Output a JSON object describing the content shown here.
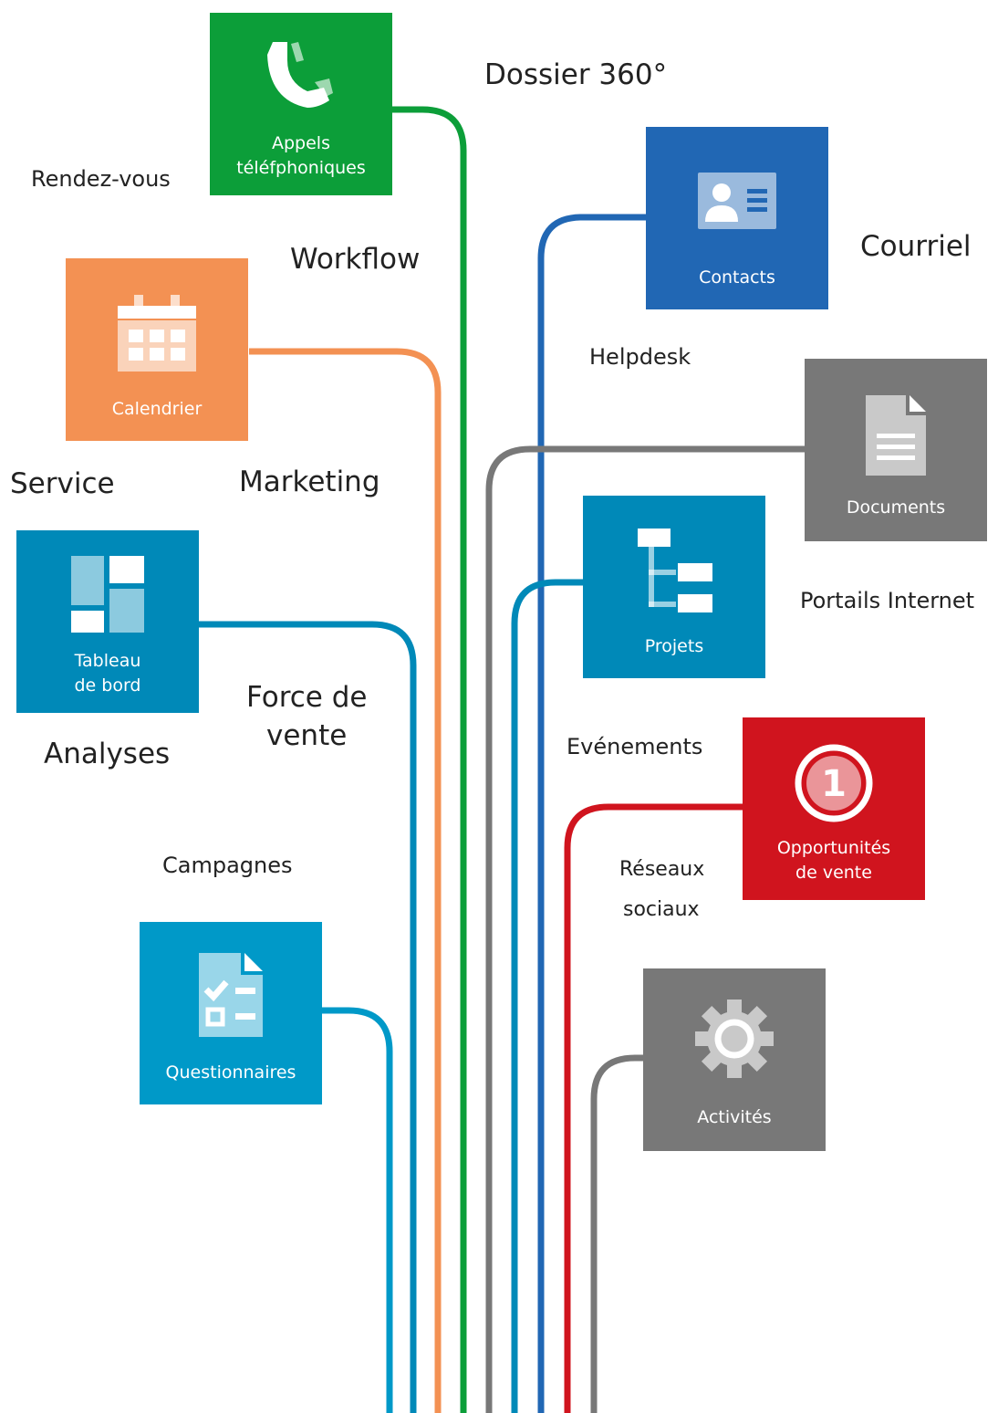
{
  "colors": {
    "green": "#0c9e39",
    "orange": "#f39153",
    "blue": "#2167b4",
    "gray": "#787878",
    "teal": "#0089b8",
    "tealLight": "#0099c8",
    "red": "#d0141e"
  },
  "tiles": {
    "appels": {
      "label": "Appels\ntéléfphoniques",
      "icon": "phone-icon"
    },
    "calendrier": {
      "label": "Calendrier",
      "icon": "calendar-icon"
    },
    "tableau": {
      "label": "Tableau\nde bord",
      "icon": "dashboard-icon"
    },
    "questionnaires": {
      "label": "Questionnaires",
      "icon": "checklist-icon"
    },
    "contacts": {
      "label": "Contacts",
      "icon": "contact-card-icon"
    },
    "documents": {
      "label": "Documents",
      "icon": "document-icon"
    },
    "projets": {
      "label": "Projets",
      "icon": "tree-icon"
    },
    "opportunites": {
      "label": "Opportunités\nde vente",
      "icon": "number-badge-icon",
      "badge": "1"
    },
    "activites": {
      "label": "Activités",
      "icon": "gear-icon"
    }
  },
  "words": {
    "dossier": "Dossier 360°",
    "rendezvous": "Rendez-vous",
    "workflow": "Workflow",
    "courriel": "Courriel",
    "helpdesk": "Helpdesk",
    "service": "Service",
    "marketing": "Marketing",
    "portails": "Portails Internet",
    "force1": "Force de",
    "force2": "vente",
    "analyses": "Analyses",
    "evenements": "Evénements",
    "campagnes": "Campagnes",
    "reseaux1": "Réseaux",
    "reseaux2": "sociaux"
  }
}
